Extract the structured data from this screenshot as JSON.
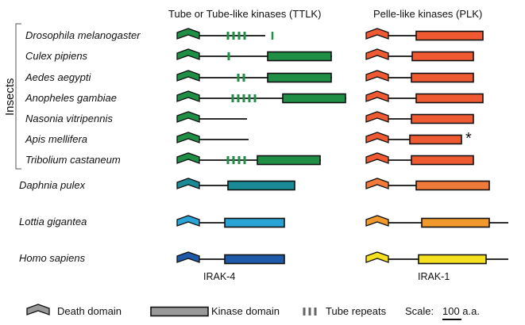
{
  "headers": {
    "ttlk": "Tube or Tube-like kinases (TTLK)",
    "plk": "Pelle-like kinases (PLK)"
  },
  "group_label": "Insects",
  "species": [
    "Drosophila melanogaster",
    "Culex pipiens",
    "Aedes aegypti",
    "Anopheles gambiae",
    "Nasonia vitripennis",
    "Apis mellifera",
    "Tribolium castaneum",
    "Daphnia pulex",
    "Lottia gigantea",
    "Homo sapiens"
  ],
  "subtitles": {
    "ttlk": "IRAK-4",
    "plk": "IRAK-1"
  },
  "apis_marker": "*",
  "colors": {
    "insect_ttlk": "#1f8f46",
    "insect_plk": "#f05a33",
    "daphnia_ttlk": "#1a8a96",
    "daphnia_plk": "#f07a3a",
    "lottia_ttlk": "#2aa3d6",
    "lottia_plk": "#f2992e",
    "homo_ttlk": "#1e5aa8",
    "homo_plk": "#f5e11f",
    "legend_grey": "#999999"
  },
  "legend": {
    "death_domain": "Death domain",
    "kinase_domain": "Kinase domain",
    "tube_repeats": "Tube repeats",
    "scale_label": "Scale:",
    "scale_value": "100 a.a."
  }
}
